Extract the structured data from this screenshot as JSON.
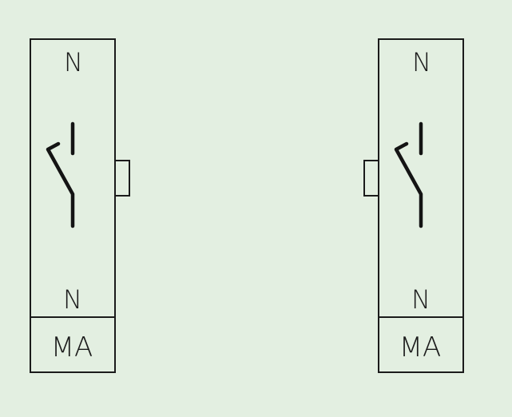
{
  "colors": {
    "background": "#e3efe1",
    "stroke": "#1b1b1b"
  },
  "modules": [
    {
      "top_label": "N",
      "bottom_label": "N",
      "footer_label": "MA",
      "handle_side": "right",
      "icon": "switch-open-icon"
    },
    {
      "top_label": "N",
      "bottom_label": "N",
      "footer_label": "MA",
      "handle_side": "left",
      "icon": "switch-open-icon"
    }
  ]
}
